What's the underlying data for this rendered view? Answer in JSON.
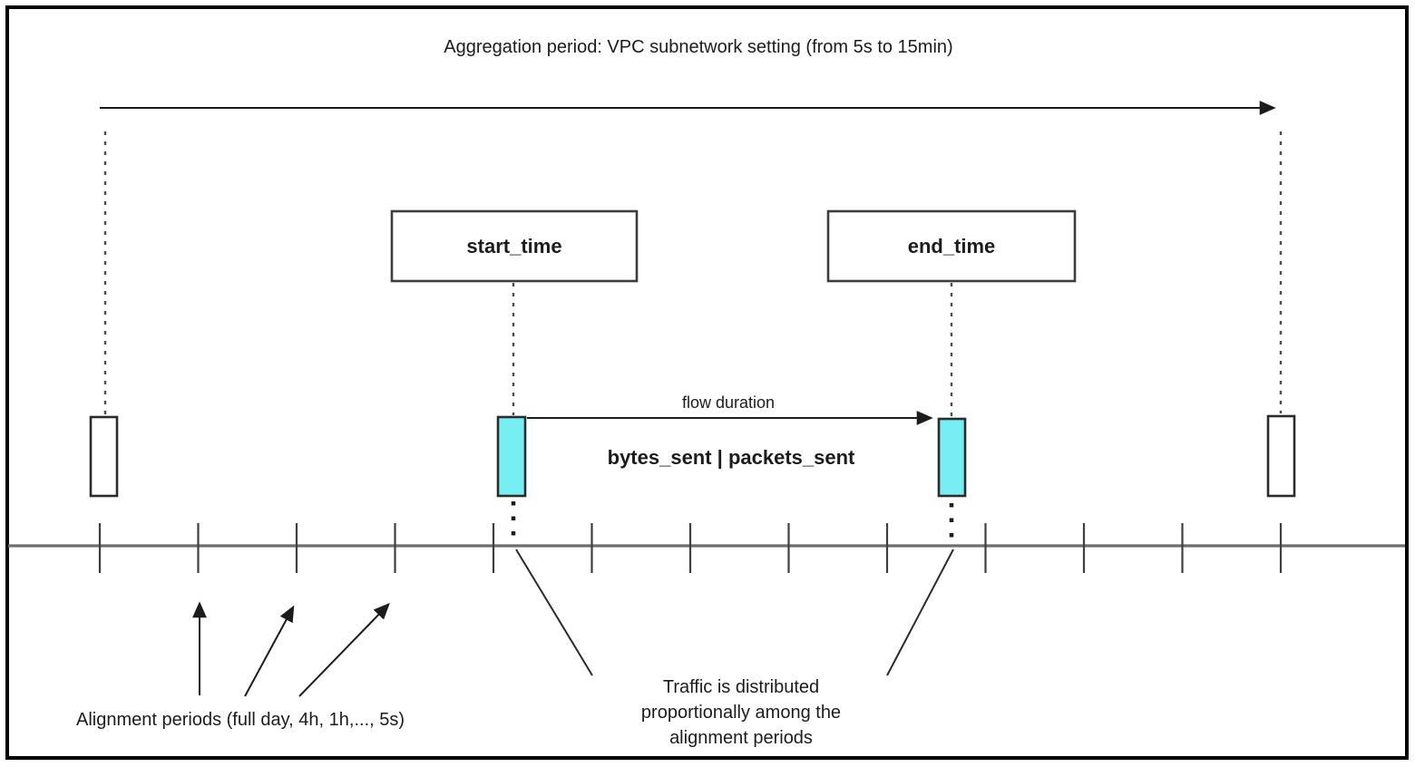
{
  "colors": {
    "flow_marker_fill": "#76EEF2",
    "idle_marker_fill": "#ffffff",
    "axis_gray": "#6e6e6e",
    "ink": "#1c1c1c"
  },
  "header": {
    "title": "Aggregation period: VPC subnetwork setting (from 5s to 15min)"
  },
  "boxes": {
    "start": {
      "label": "start_time"
    },
    "end": {
      "label": "end_time"
    }
  },
  "flow": {
    "duration_label": "flow duration",
    "metrics_label": "bytes_sent | packets_sent"
  },
  "timeline": {
    "tick_count": 13
  },
  "annotations": {
    "alignment": {
      "label": "Alignment periods (full day, 4h, 1h,..., 5s)",
      "arrow_count": 3
    },
    "traffic": {
      "lines": [
        "Traffic is distributed",
        "proportionally among the",
        "alignment periods"
      ]
    }
  }
}
